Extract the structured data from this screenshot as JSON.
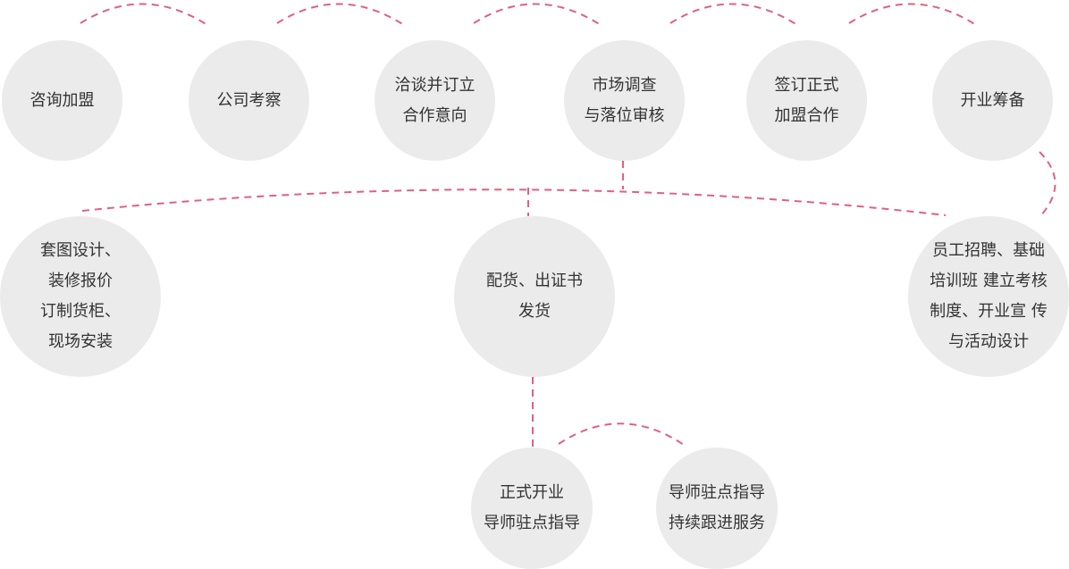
{
  "colors": {
    "circle_fill": "#ebebeb",
    "connector": "#e0617f",
    "text": "#333333"
  },
  "steps": [
    {
      "id": "consult",
      "label": "咨询加盟"
    },
    {
      "id": "inspect",
      "label": "公司考察"
    },
    {
      "id": "negotiate",
      "label": "洽谈并订立\n合作意向"
    },
    {
      "id": "market",
      "label": "市场调查\n与落位审核"
    },
    {
      "id": "sign",
      "label": "签订正式\n加盟合作"
    },
    {
      "id": "prepare",
      "label": "开业筹备"
    },
    {
      "id": "design",
      "label": "套图设计、\n装修报价\n订制货柜、\n现场安装"
    },
    {
      "id": "delivery",
      "label": "配货、出证书\n发货"
    },
    {
      "id": "recruit",
      "label": "员工招聘、基础\n培训班 建立考核\n制度、开业宣 传\n与活动设计"
    },
    {
      "id": "opening",
      "label": "正式开业\n导师驻点指导"
    },
    {
      "id": "follow",
      "label": "导师驻点指导\n持续跟进服务"
    }
  ]
}
